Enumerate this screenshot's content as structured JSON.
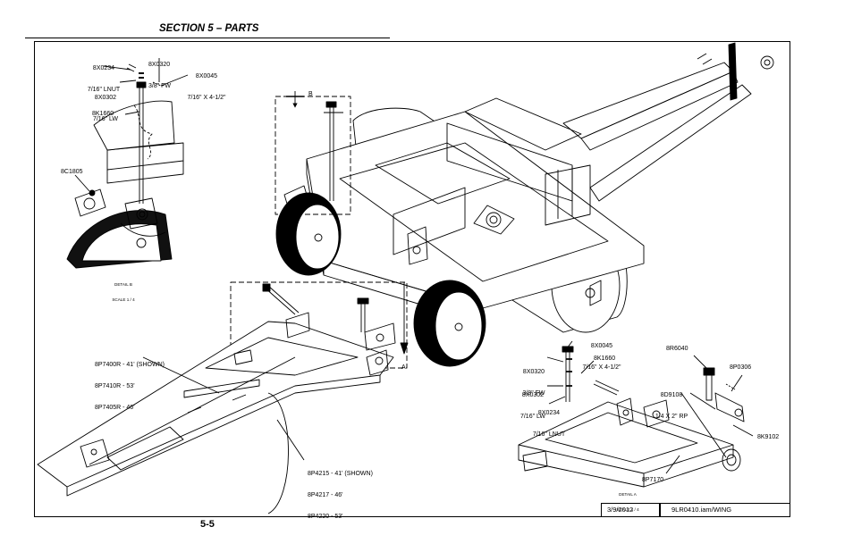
{
  "header": {
    "section_title": "SECTION 5 – PARTS"
  },
  "footer": {
    "page_number": "5-5",
    "date": "3/9/2012",
    "file": "9LR0410.iam/WING"
  },
  "detail_b": {
    "parts": [
      {
        "num": "8X0234",
        "desc": "7/16\" LNUT"
      },
      {
        "num": "8X0320",
        "desc": "3/8\" FW"
      },
      {
        "num": "8X0045",
        "desc": "7/16\" X 4-1/2\""
      },
      {
        "num": "8X0302",
        "desc": "7/16\" LW"
      },
      {
        "num": "8K1660",
        "desc": ""
      },
      {
        "num": "8C1805",
        "desc": ""
      }
    ],
    "caption_line1": "DETAIL B",
    "caption_line2": "SCALE 1 / 4"
  },
  "main": {
    "marker_b": "B",
    "marker_a": "A",
    "frame_label_lines": [
      "8P7400R - 41' (SHOWN)",
      "8P7410R - 53'",
      "8P7405R - 46'"
    ],
    "roller_label_lines": [
      "8P4215 - 41' (SHOWN)",
      "8P4217 - 46'",
      "8P4220 - 53'"
    ]
  },
  "detail_a": {
    "parts": [
      {
        "num": "8X0045",
        "desc": "7/16\" X 4-1/2\""
      },
      {
        "num": "8X0320",
        "desc": "3/8\" FW"
      },
      {
        "num": "8K1660",
        "desc": ""
      },
      {
        "num": "8X0302",
        "desc": "7/16\" LW"
      },
      {
        "num": "8X0234",
        "desc": "7/16\" LNUT"
      },
      {
        "num": "8R6040",
        "desc": ""
      },
      {
        "num": "8D9108",
        "desc": "1/4 X 2\" RP"
      },
      {
        "num": "8P0306",
        "desc": ""
      },
      {
        "num": "8K9102",
        "desc": ""
      },
      {
        "num": "8P7170",
        "desc": ""
      }
    ],
    "caption_line1": "DETAIL A",
    "caption_line2": "SCALE 1 / 4"
  }
}
